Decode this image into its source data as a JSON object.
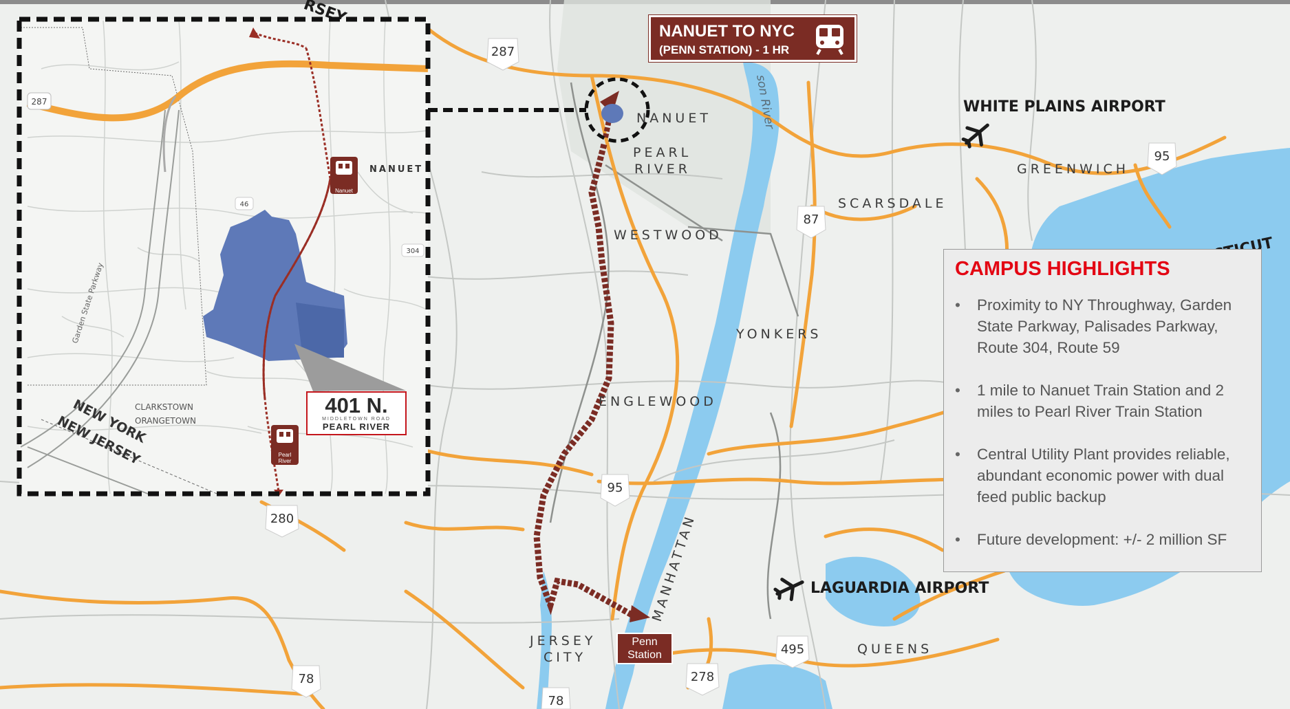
{
  "train_callout": {
    "line1": "NANUET TO NYC",
    "line2": "(PENN STATION) - 1 HR",
    "icon": "train-icon",
    "color": "#7b2c24"
  },
  "penn_station": {
    "line1": "Penn",
    "line2": "Station"
  },
  "site_label": {
    "number": "401 N.",
    "road": "MIDDLETOWN ROAD",
    "city": "PEARL RIVER",
    "border_color": "#c4161c"
  },
  "airports": {
    "white_plains": "WHITE PLAINS AIRPORT",
    "laguardia": "LAGUARDIA AIRPORT"
  },
  "places": {
    "nanuet": "NANUET",
    "pearl": "PEARL",
    "river": "RIVER",
    "westwood": "WESTWOOD",
    "englewood": "ENGLEWOOD",
    "yonkers": "YONKERS",
    "scarsdale": "SCARSDALE",
    "greenwich": "GREENWICH",
    "jersey": "JERSEY",
    "city": "CITY",
    "queens": "QUEENS",
    "manhattan": "MANHATTAN",
    "hudson": "son River",
    "connecticut": "CTICUT",
    "jersey_top": "RSEY"
  },
  "highways": {
    "i287a": "287",
    "i87": "87",
    "i95a": "95",
    "i95b": "95",
    "i280": "280",
    "i78a": "78",
    "i78b": "78",
    "i278": "278",
    "i495": "495"
  },
  "inset": {
    "nanuet": "NANUET",
    "nanuet_station": "Nanuet",
    "pearl_river_station_1": "Pearl",
    "pearl_river_station_2": "River",
    "clarkstown": "CLARKSTOWN",
    "orangetown": "ORANGETOWN",
    "new_york": "NEW YORK",
    "new_jersey": "NEW JERSEY",
    "parkway": "Garden State Parkway",
    "r287": "287",
    "r46": "46",
    "r304": "304"
  },
  "highlights": {
    "title": "CAMPUS HIGHLIGHTS",
    "title_color": "#e30613",
    "items": [
      "Proximity to NY Throughway, Garden State Parkway, Palisades Parkway, Route 304,  Route 59",
      "1 mile to Nanuet Train Station and 2 miles to Pearl River Train Station",
      "Central Utility Plant provides reliable, abundant economic power with dual feed public backup",
      "Future development: +/- 2 million SF"
    ]
  },
  "colors": {
    "highway": "#f2a33a",
    "water": "#8ccbef",
    "route": "#7b2c24",
    "site": "#5e79b8"
  }
}
